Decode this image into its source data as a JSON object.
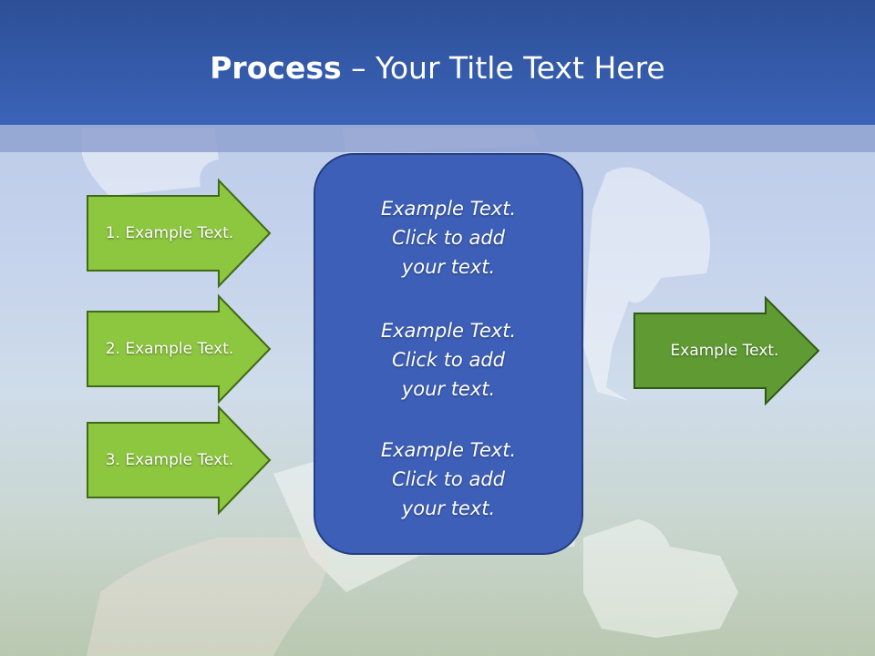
{
  "title": {
    "bold": "Process",
    "rest": " – Your Title Text Here"
  },
  "left_arrows": [
    {
      "label": "1. Example Text."
    },
    {
      "label": "2. Example Text."
    },
    {
      "label": "3. Example Text."
    }
  ],
  "center_box": {
    "blocks": [
      {
        "line1": "Example Text.",
        "line2": "Click  to add",
        "line3": "your text."
      },
      {
        "line1": "Example Text.",
        "line2": "Click  to add",
        "line3": "your text."
      },
      {
        "line1": "Example Text.",
        "line2": "Click  to add",
        "line3": "your text."
      }
    ]
  },
  "right_arrow": {
    "label": "Example Text."
  },
  "colors": {
    "header": "#3a63b8",
    "left_arrow_fill": "#8dc63f",
    "right_arrow_fill": "#5f9a33",
    "center_box_fill": "#3d5fb8"
  }
}
